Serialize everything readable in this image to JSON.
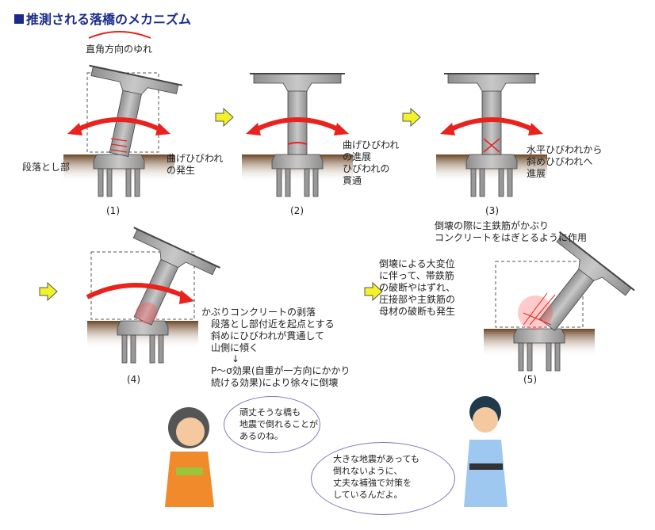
{
  "title": "推測される落橋のメカニズム",
  "steps": [
    {
      "label": "(1)",
      "annotations": [
        "直角方向のゆれ",
        "段落とし部",
        "曲げひびわれ",
        "の発生"
      ]
    },
    {
      "label": "(2)",
      "annotations": [
        "曲げひびわれ",
        "の進展",
        "ひびわれの",
        "貫通"
      ]
    },
    {
      "label": "(3)",
      "annotations": [
        "水平ひびわれから",
        "斜めひびわれへ",
        "進展"
      ]
    },
    {
      "label": "(4)",
      "annotations": [
        "かぶりコンクリートの剥落",
        "段落とし部付近を起点とする",
        "斜めにひびわれが貫通して",
        "山側に傾く",
        "↓",
        "P～σ効果(自重が一方向にかかり",
        "続ける効果)により徐々に倒壊"
      ]
    },
    {
      "label": "(5)",
      "annotations": [
        "倒壊の際に主鉄筋がかぶり",
        "コンクリートをはぎとるように作用",
        "倒壊による大変位",
        "に伴って、帯鉄筋",
        "の破断やはずれ、",
        "圧接部や主鉄筋の",
        "母材の破断も発生"
      ]
    }
  ],
  "dialogue": {
    "girl": [
      "頑丈そうな橋も",
      "地震で倒れることが",
      "あるのね。"
    ],
    "boy": [
      "大きな地震があっても",
      "倒れないように、",
      "丈夫な補強で対策を",
      "しているんだよ。"
    ]
  },
  "colors": {
    "title": "#1a2a8c",
    "arrow_red": "#e8231e",
    "step_arrow": "#f2f22a",
    "ground": "#7a5530",
    "concrete": "#a8a8a8"
  }
}
